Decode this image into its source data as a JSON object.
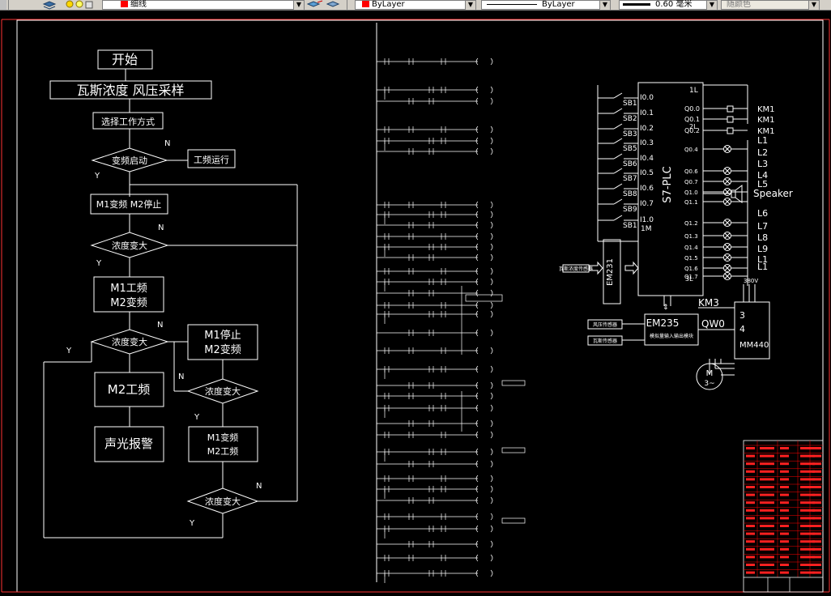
{
  "toolbar": {
    "layer_name": "细线",
    "color_combo": "ByLayer",
    "linetype_combo": "ByLayer",
    "lineweight_value": "0.60",
    "lineweight_unit": "毫米",
    "plotstyle": "随颜色",
    "colors": {
      "layer_swatch": "#ff0000",
      "color_swatch": "#ff0000",
      "line_swatch": "#000000"
    }
  },
  "flowchart": {
    "start": "开始",
    "sample": "瓦斯浓度  风压采样",
    "select_mode": "选择工作方式",
    "vfd_start": "变频启动",
    "power_freq_run": "工频运行",
    "m1_vf_m2_stop": "M1变频 M2停止",
    "conc_high": "浓度变大",
    "m1_pf_m2_vf_a": "M1工频",
    "m1_pf_m2_vf_b": "M2变频",
    "m1_stop_m2_vf_a": "M1停止",
    "m1_stop_m2_vf_b": "M2变频",
    "m2_pf": "M2工频",
    "m1_vf_m2_pf_a": "M1变频",
    "m1_vf_m2_pf_b": "M2工频",
    "alarm": "声光报警",
    "yes": "Y",
    "no": "N"
  },
  "plc": {
    "model": "S7-PLC",
    "inputs": [
      "I0.0",
      "I0.1",
      "I0.2",
      "I0.3",
      "I0.4",
      "I0.5",
      "I0.6",
      "I0.7",
      "I1.0"
    ],
    "switches": [
      "SB1",
      "SB2",
      "SB3",
      "SB5",
      "SB6",
      "SB7",
      "SB8",
      "SB9",
      "SB1"
    ],
    "input_common": "1M",
    "output_common": "1L",
    "output_common_2": "2L",
    "output_common_3": "3L",
    "relay_outputs": [
      "Q0.0",
      "Q0.1",
      "Q0.2"
    ],
    "relay_labels": [
      "KM1",
      "KM1",
      "KM1"
    ],
    "lamp_outputs": [
      "Q0.4",
      "Q0.6",
      "Q0.7",
      "Q1.0",
      "Q1.1",
      "Q1.2",
      "Q1.3",
      "Q1.4",
      "Q1.5",
      "Q1.6",
      "Q1.7"
    ],
    "lamp_labels": [
      "L1",
      "L2",
      "L3",
      "L4",
      "L5",
      "Speaker",
      "L6",
      "L7",
      "L8",
      "L9",
      "L1",
      "L1"
    ],
    "em231": "EM231",
    "em235": "EM235",
    "em235_sub": "模拟量输入输出模块",
    "km3": "KM3",
    "qw0": "QW0",
    "mm440": "MM440",
    "mm440_pins": [
      "3",
      "4"
    ],
    "motor": "M",
    "motor_sub": "3~",
    "supply": "380V",
    "sensor1": "瓦斯浓度传感器",
    "sensor2": "风压传感器",
    "sensor3": "瓦斯传感器"
  }
}
